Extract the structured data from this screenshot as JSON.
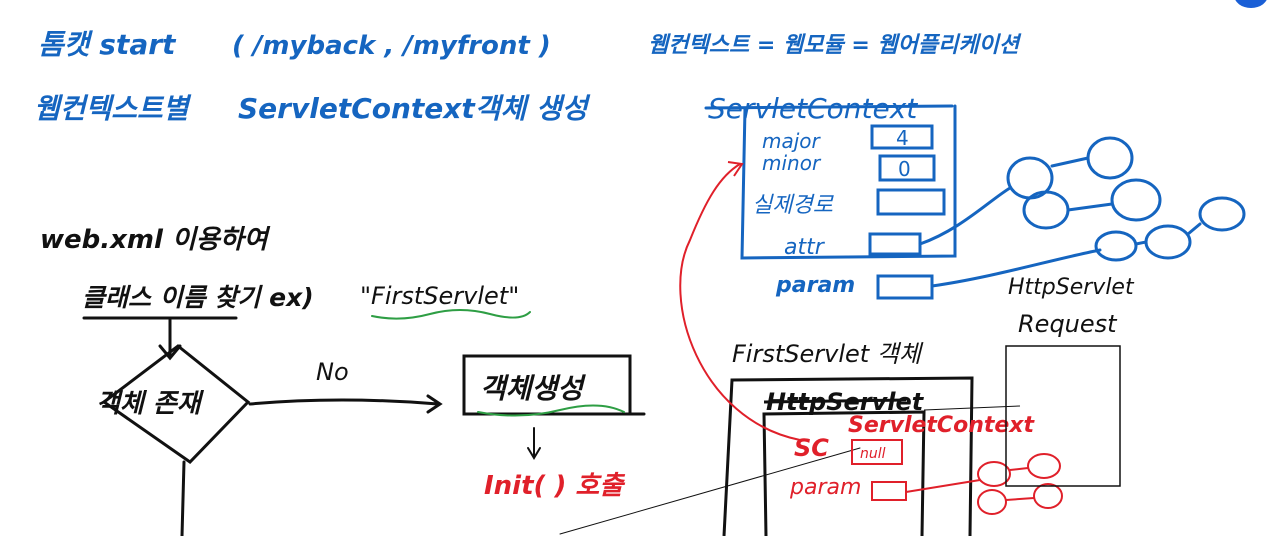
{
  "colors": {
    "blue": "#1565C0",
    "black": "#111111",
    "red": "#E0202A",
    "green": "#2E9E44"
  },
  "top_left": {
    "line1_a": "톰캣 start",
    "line1_b": "( /myback , /myfront )",
    "line2_a": "웹컨텍스트별",
    "line2_b": "ServletContext객체 생성"
  },
  "top_right": {
    "equation": "웹컨텍스트 = 웹모듈 = 웹어플리케이션",
    "servlet_context": {
      "title": "ServletContext",
      "rows": [
        {
          "label": "major",
          "value": "4"
        },
        {
          "label": "minor",
          "value": "0"
        },
        {
          "label": "실제경로",
          "value": ""
        },
        {
          "label": "attr",
          "value": ""
        },
        {
          "label": "param",
          "value": ""
        }
      ]
    }
  },
  "flow": {
    "intro": "web.xml 이용하여",
    "find_class": "클래스 이름 찾기 ex)",
    "example_name": "\"FirstServlet\"",
    "decision": "객체 존재",
    "no_label": "No",
    "create_box": "객체생성",
    "init_call": "Init( ) 호출"
  },
  "servlet_object": {
    "caption": "FirstServlet 객체",
    "inner_title": "HttpServlet",
    "sc_label": "SC",
    "sc_value": "null",
    "context_label": "ServletContext",
    "param_label": "param"
  },
  "request": {
    "line1": "HttpServlet",
    "line2": "Request"
  }
}
